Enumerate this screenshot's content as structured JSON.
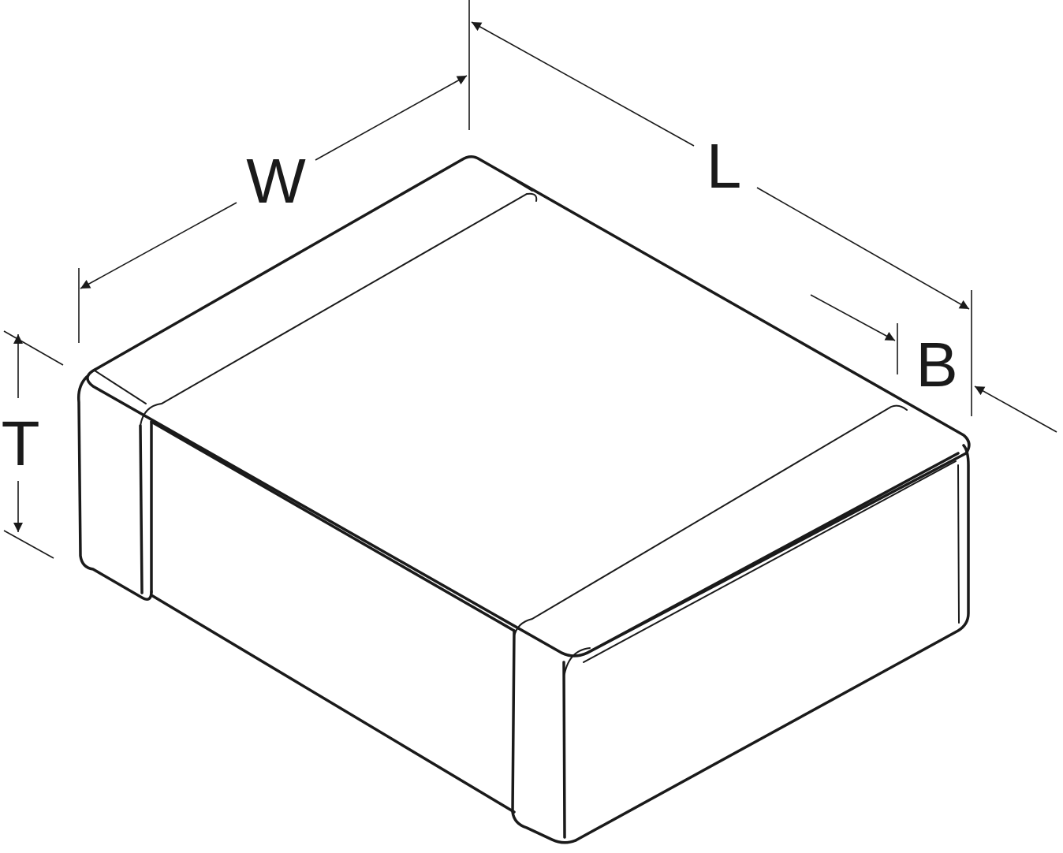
{
  "diagram": {
    "labels": {
      "width": "W",
      "length": "L",
      "band": "B",
      "thickness": "T"
    },
    "line_color": "#1a1a1a",
    "background": "#ffffff"
  }
}
